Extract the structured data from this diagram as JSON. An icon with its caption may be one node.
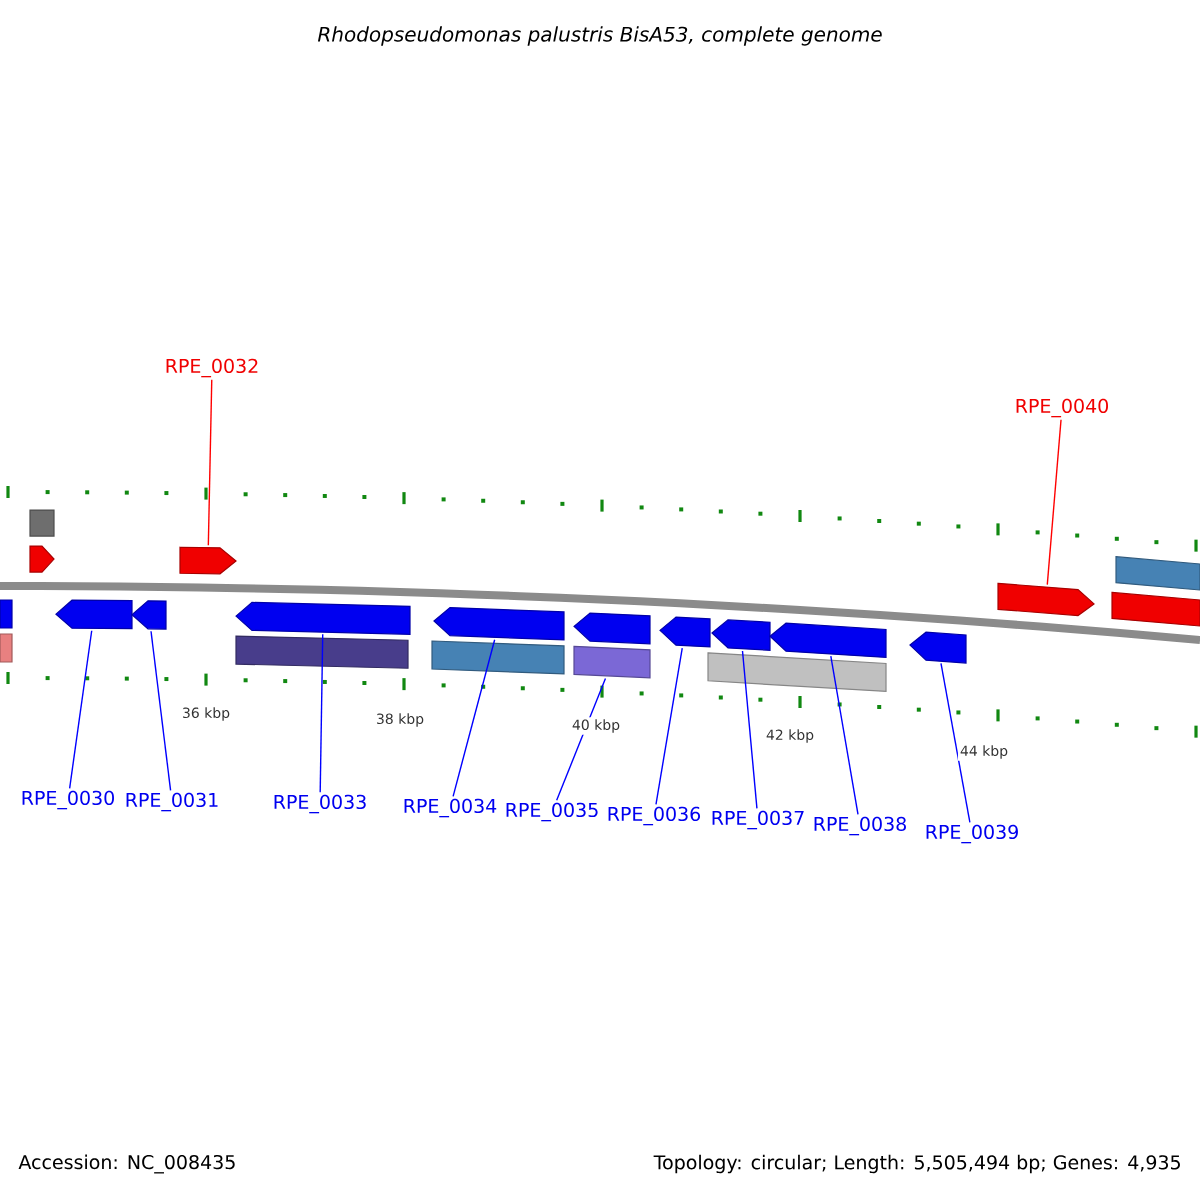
{
  "diagram": {
    "title": "Rhodopseudomonas palustris BisA53, complete genome",
    "nodes": [
      {
        "text": [
          "RPE_0032"
        ]
      },
      {
        "text": [
          "RPE_0040"
        ]
      },
      {
        "text": [
          "RPE_0030"
        ]
      },
      {
        "text": [
          "RPE_0031"
        ]
      },
      {
        "text": [
          "RPE_0033"
        ]
      },
      {
        "text": [
          "RPE_0034"
        ]
      },
      {
        "text": [
          "RPE_0035"
        ]
      },
      {
        "text": [
          "RPE_0036"
        ]
      },
      {
        "text": [
          "RPE_0037"
        ]
      },
      {
        "text": [
          "RPE_0038"
        ]
      },
      {
        "text": [
          "RPE_0039"
        ]
      },
      {
        "text": [],
        "shape": "arrow"
      },
      {
        "text": [],
        "shape": "bar"
      },
      {
        "text": [],
        "shape": "bar"
      },
      {
        "text": [],
        "shape": "arrow"
      },
      {
        "text": [],
        "shape": "arrow"
      },
      {
        "text": [],
        "shape": "arrow"
      },
      {
        "text": [],
        "shape": "arrow"
      },
      {
        "text": [],
        "shape": "arrow"
      },
      {
        "text": [],
        "shape": "bar"
      },
      {
        "text": [],
        "shape": "bar"
      },
      {
        "text": [],
        "shape": "arrow"
      },
      {
        "text": [],
        "shape": "arrow"
      },
      {
        "text": [],
        "shape": "bar"
      },
      {
        "text": [],
        "shape": "arrow"
      },
      {
        "text": [],
        "shape": "bar"
      },
      {
        "text": [],
        "shape": "arrow"
      },
      {
        "text": [],
        "shape": "arrow"
      },
      {
        "text": [],
        "shape": "arrow"
      },
      {
        "text": [],
        "shape": "arrow"
      },
      {
        "text": [],
        "shape": "arrow"
      },
      {
        "text": [],
        "shape": "bar"
      }
    ],
    "edges": [
      {
        "from": 2,
        "to": 15,
        "arrow": "none"
      },
      {
        "from": 3,
        "to": 16,
        "arrow": "none"
      },
      {
        "from": 0,
        "to": 17,
        "arrow": "none",
        "color": "#ff0000"
      },
      {
        "from": 4,
        "to": 18,
        "arrow": "none"
      },
      {
        "from": 5,
        "to": 21,
        "arrow": "none"
      },
      {
        "from": 6,
        "to": 23,
        "arrow": "none"
      },
      {
        "from": 7,
        "to": 24,
        "arrow": "none"
      },
      {
        "from": 8,
        "to": 26,
        "arrow": "none"
      },
      {
        "from": 9,
        "to": 27,
        "arrow": "none"
      },
      {
        "from": 10,
        "to": 28,
        "arrow": "none"
      },
      {
        "from": 1,
        "to": 29,
        "arrow": "none",
        "color": "#ff0000"
      }
    ],
    "labels": [
      "36 kbp",
      "38 kbp",
      "40 kbp",
      "42 kbp",
      "44 kbp",
      "Accession: NC_008435",
      "Topology: circular; Length: 5,505,494 bp; Genes: 4,935"
    ]
  }
}
